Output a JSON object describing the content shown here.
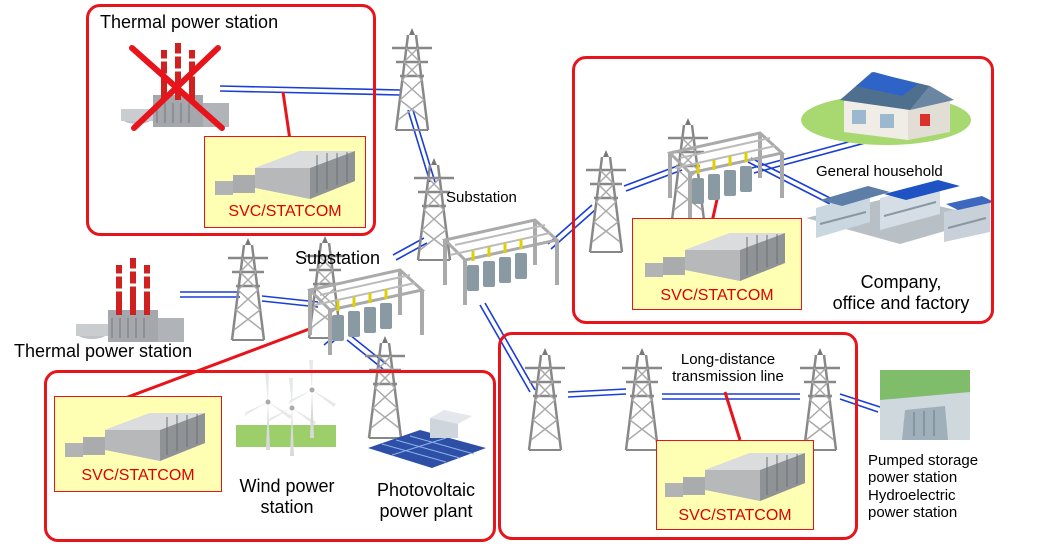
{
  "labels": {
    "thermal_top": "Thermal power station",
    "thermal_left": "Thermal power station",
    "substation_center": "Substation",
    "substation_left": "Substation",
    "general_household": "General household",
    "company": "Company,\noffice and factory",
    "long_distance": "Long-distance\ntransmission line",
    "wind": "Wind power\nstation",
    "photovoltaic": "Photovoltaic\npower plant",
    "pumped": "Pumped storage\npower station\nHydroelectric\npower station"
  },
  "svc": {
    "top_left": "SVC/STATCOM",
    "right_top": "SVC/STATCOM",
    "bottom_left": "SVC/STATCOM",
    "bottom_right": "SVC/STATCOM"
  },
  "colors": {
    "frame": "#e8141b",
    "svc_fill": "#ffffb4",
    "line_blue": "#1a3fd6",
    "svc_text": "#e00000"
  },
  "icons": [
    "tower-icon",
    "substation-icon",
    "thermal-plant-icon",
    "svc-equipment-icon",
    "wind-turbine-icon",
    "solar-panel-icon",
    "house-icon",
    "factory-icon",
    "hydro-dam-icon",
    "cross-mark-icon"
  ]
}
